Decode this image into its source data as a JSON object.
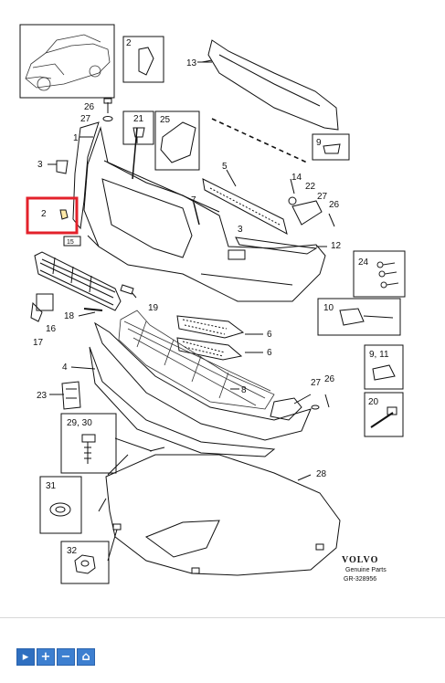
{
  "diagram": {
    "brand": "VOLVO",
    "brand_sub": "Genuine Parts",
    "ref": "GR-328956",
    "labels": [
      "2",
      "13",
      "26",
      "27",
      "21",
      "25",
      "1",
      "3",
      "5",
      "14",
      "22",
      "26",
      "27",
      "2",
      "7",
      "3",
      "12",
      "15",
      "24",
      "19",
      "10",
      "16",
      "18",
      "17",
      "6",
      "6",
      "4",
      "8",
      "27",
      "26",
      "9, 11",
      "23",
      "20",
      "29, 30",
      "28",
      "31",
      "32",
      "9"
    ],
    "highlight_color": "#e3212b"
  },
  "toolbar": {
    "buttons": [
      {
        "icon": "pointer-icon",
        "glyph": "▸"
      },
      {
        "icon": "zoom-in-icon",
        "glyph": "+"
      },
      {
        "icon": "zoom-out-icon",
        "glyph": "−"
      },
      {
        "icon": "home-icon",
        "glyph": "⌂"
      }
    ]
  }
}
